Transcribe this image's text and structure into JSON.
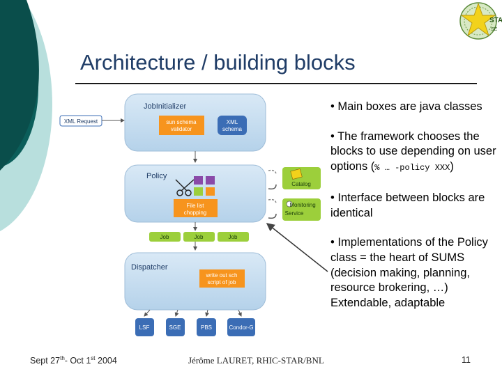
{
  "slide": {
    "title": "Architecture / building blocks"
  },
  "logo": {
    "label": "STAR",
    "sublabel": "SE"
  },
  "diagram": {
    "xml_request": "XML Request",
    "job_initializer": {
      "title": "JobInitializer",
      "sun_schema_validator_l1": "sun schema",
      "sun_schema_validator_l2": "validator",
      "xml_schema_l1": "XML",
      "xml_schema_l2": "schema"
    },
    "policy": {
      "title": "Policy",
      "file_list_chopping_l1": "File list",
      "file_list_chopping_l2": "chopping"
    },
    "catalog": "Catalog",
    "monitoring_service_l1": "Monitoring",
    "monitoring_service_l2": "Service",
    "jobs": [
      "Job",
      "Job",
      "Job"
    ],
    "dispatcher": {
      "title": "Dispatcher",
      "write_script_l1": "write out sch",
      "write_script_l2": "script of job"
    },
    "dispatch_targets": [
      "LSF",
      "SGE",
      "PBS",
      "Condor-G"
    ]
  },
  "bullets": [
    {
      "text": "• Main boxes are java classes"
    },
    {
      "text": "• The framework chooses the blocks to use depending on user options (",
      "mono": "% … -policy XXX",
      "tail": ")"
    },
    {
      "text": "• Interface between blocks are identical"
    },
    {
      "text": "• Implementations of the Policy class = the heart of SUMS (decision making, planning, resource brokering, …) Extendable, adaptable"
    }
  ],
  "footer": {
    "date_prefix": "Sept 27",
    "date_sup1": "th",
    "date_mid": "- Oct 1",
    "date_sup2": "st",
    "date_suffix": " 2004",
    "author": "Jérôme LAURET, RHIC-STAR/BNL",
    "page": "11"
  },
  "colors": {
    "title": "#1f3c66",
    "teal_dark": "#0b5e5a",
    "teal_light": "#5fb3b0",
    "box_blue": "#c9dff0",
    "box_blue_dark": "#a9c8e3",
    "orange": "#f7941d",
    "green": "#9ccf3b",
    "target_blue": "#3b6db5"
  }
}
